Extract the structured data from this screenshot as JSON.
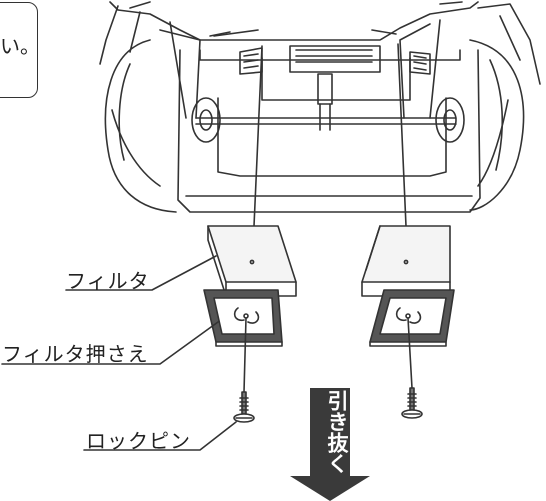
{
  "callout": {
    "text": "い。"
  },
  "labels": {
    "filter": "フィルタ",
    "filter_retainer": "フィルタ押さえ",
    "lock_pin": "ロックピン"
  },
  "arrow": {
    "text": "引き抜く",
    "color": "#333333"
  },
  "colors": {
    "line": "#333333",
    "fill": "#ffffff",
    "pad": "#f2f2f2",
    "arrow": "#3a3a3a"
  }
}
